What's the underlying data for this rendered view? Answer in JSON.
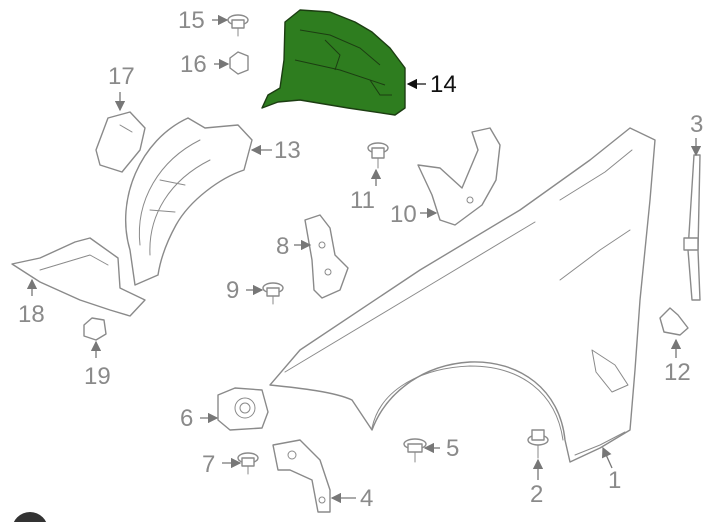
{
  "diagram": {
    "highlight_color": "#2e7d1f",
    "callouts": [
      {
        "id": "1",
        "label": "1",
        "highlighted": false
      },
      {
        "id": "2",
        "label": "2",
        "highlighted": false
      },
      {
        "id": "3",
        "label": "3",
        "highlighted": false
      },
      {
        "id": "4",
        "label": "4",
        "highlighted": false
      },
      {
        "id": "5",
        "label": "5",
        "highlighted": false
      },
      {
        "id": "6",
        "label": "6",
        "highlighted": false
      },
      {
        "id": "7",
        "label": "7",
        "highlighted": false
      },
      {
        "id": "8",
        "label": "8",
        "highlighted": false
      },
      {
        "id": "9",
        "label": "9",
        "highlighted": false
      },
      {
        "id": "10",
        "label": "10",
        "highlighted": false
      },
      {
        "id": "11",
        "label": "11",
        "highlighted": false
      },
      {
        "id": "12",
        "label": "12",
        "highlighted": false
      },
      {
        "id": "13",
        "label": "13",
        "highlighted": false
      },
      {
        "id": "14",
        "label": "14",
        "highlighted": true
      },
      {
        "id": "15",
        "label": "15",
        "highlighted": false
      },
      {
        "id": "16",
        "label": "16",
        "highlighted": false
      },
      {
        "id": "17",
        "label": "17",
        "highlighted": false
      },
      {
        "id": "18",
        "label": "18",
        "highlighted": false
      },
      {
        "id": "19",
        "label": "19",
        "highlighted": false
      }
    ]
  }
}
